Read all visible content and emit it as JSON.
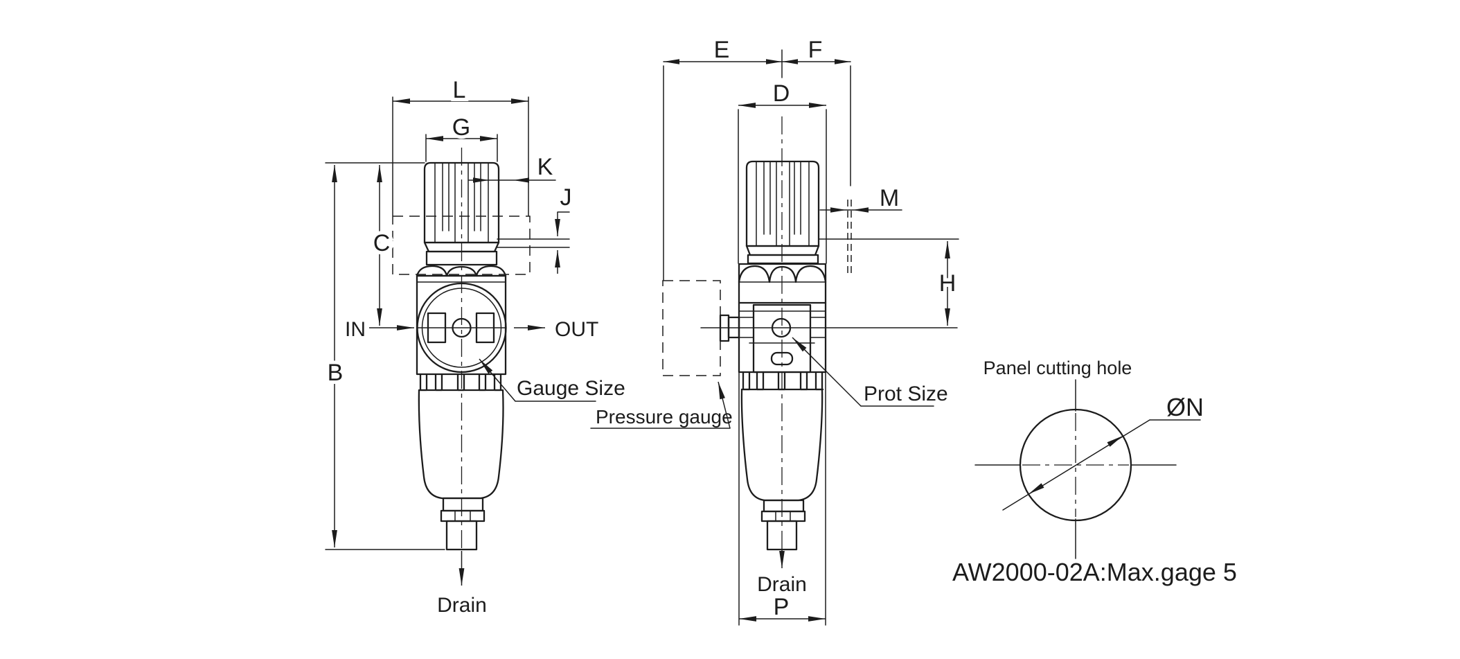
{
  "colors": {
    "background": "#ffffff",
    "line": "#1c1c1c"
  },
  "front_view": {
    "dim_labels": {
      "L": "L",
      "G": "G",
      "K": "K",
      "J": "J",
      "C": "C",
      "B": "B"
    },
    "in_label": "IN",
    "out_label": "OUT",
    "gauge_size_label": "Gauge Size",
    "drain_label": "Drain"
  },
  "side_view": {
    "dim_labels": {
      "E": "E",
      "F": "F",
      "D": "D",
      "M": "M",
      "H": "H",
      "P": "P"
    },
    "pressure_gauge_label": "Pressure gauge",
    "prot_size_label": "Prot Size",
    "drain_label": "Drain"
  },
  "panel_view": {
    "title": "Panel cutting hole",
    "diameter_label": "ØN"
  },
  "note": "AW2000-02A:Max.gage 5"
}
